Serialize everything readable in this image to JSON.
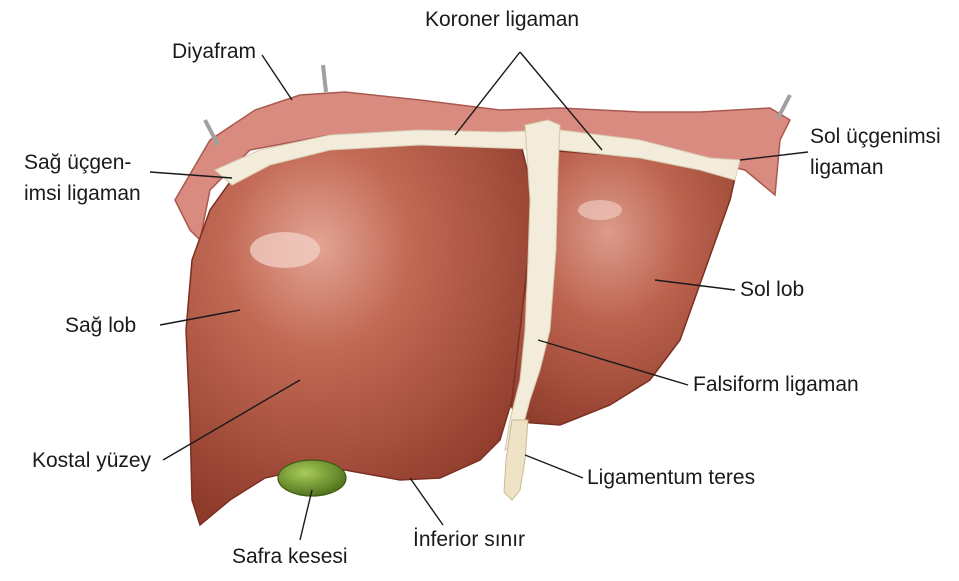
{
  "labels": {
    "koroner": "Koroner ligaman",
    "diyafram": "Diyafram",
    "sag_ucgen_1": "Sağ üçgen-",
    "sag_ucgen_2": "imsi ligaman",
    "sol_ucgen_1": "Sol üçgenimsi",
    "sol_ucgen_2": "ligaman",
    "sag_lob": "Sağ lob",
    "sol_lob": "Sol lob",
    "falsiform": "Falsiform ligaman",
    "kostal": "Kostal yüzey",
    "lig_teres": "Ligamentum teres",
    "inferior": "İnferior sınır",
    "safra": "Safra kesesi"
  },
  "colors": {
    "liver": "#b85a46",
    "liver_highlight": "#e0a090",
    "ligament": "#f2ead8",
    "diaphragm": "#d98a80",
    "gallbladder": "#6f9a2a"
  }
}
